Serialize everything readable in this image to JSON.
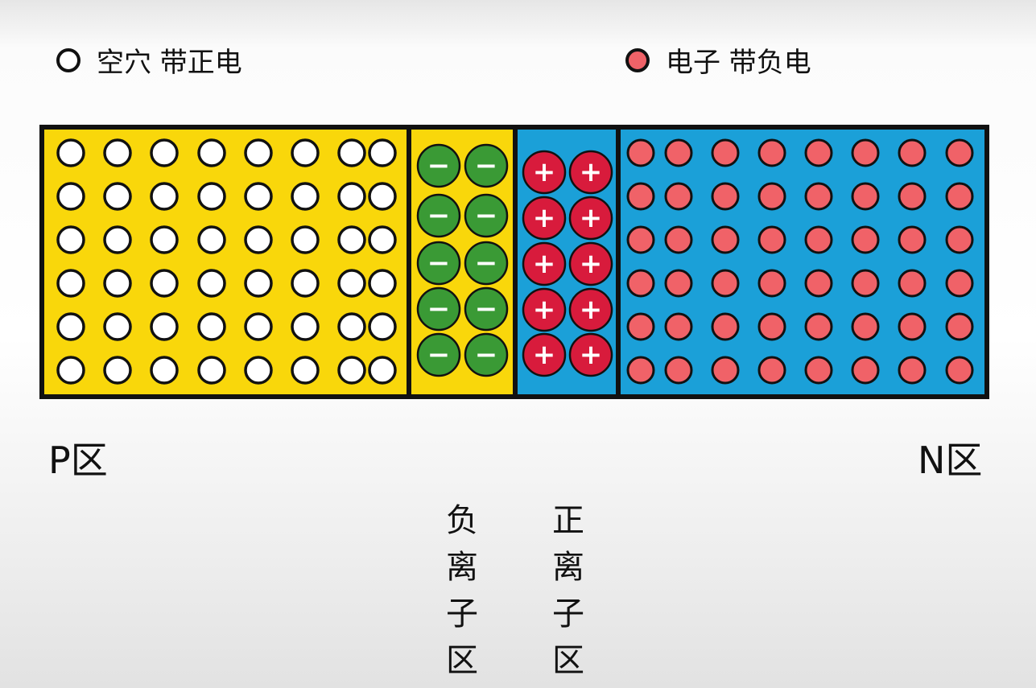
{
  "legend": {
    "hole": {
      "label": "空穴 带正电",
      "color": "#ffffff"
    },
    "electron": {
      "label": "电子 带负电",
      "color": "#f06268"
    }
  },
  "regions": {
    "p": {
      "label": "P区",
      "color": "#f9d70b",
      "rows": 6,
      "cols": 8,
      "particle": "hole"
    },
    "negative_ion": {
      "label_chars": [
        "负",
        "离",
        "子",
        "区"
      ],
      "color": "#f9d70b",
      "rows": 5,
      "cols": 2,
      "ion_color": "#3a9a35",
      "sign": "−"
    },
    "positive_ion": {
      "label_chars": [
        "正",
        "离",
        "子",
        "区"
      ],
      "color": "#1ba0d8",
      "rows": 5,
      "cols": 2,
      "ion_color": "#d81b3c",
      "sign": "+"
    },
    "n": {
      "label": "N区",
      "color": "#1ba0d8",
      "rows": 6,
      "cols": 8,
      "particle": "electron"
    }
  }
}
